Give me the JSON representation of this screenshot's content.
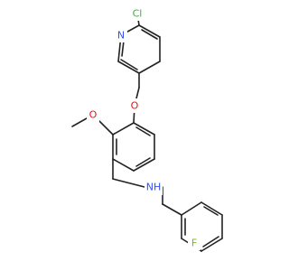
{
  "diagram": {
    "type": "chemical-structure",
    "colors": {
      "carbon_bond": "#222222",
      "chlorine": "#2fb52f",
      "nitrogen": "#3050f8",
      "oxygen": "#ee1111",
      "fluorine": "#7fb02f",
      "amine": "#3050f8"
    },
    "labels": {
      "chlorine": "Cl",
      "pyridine_nitrogen": "N",
      "ether_oxygen": "O",
      "methoxy_oxygen": "O",
      "amine": "NH",
      "fluorine": "F"
    }
  }
}
